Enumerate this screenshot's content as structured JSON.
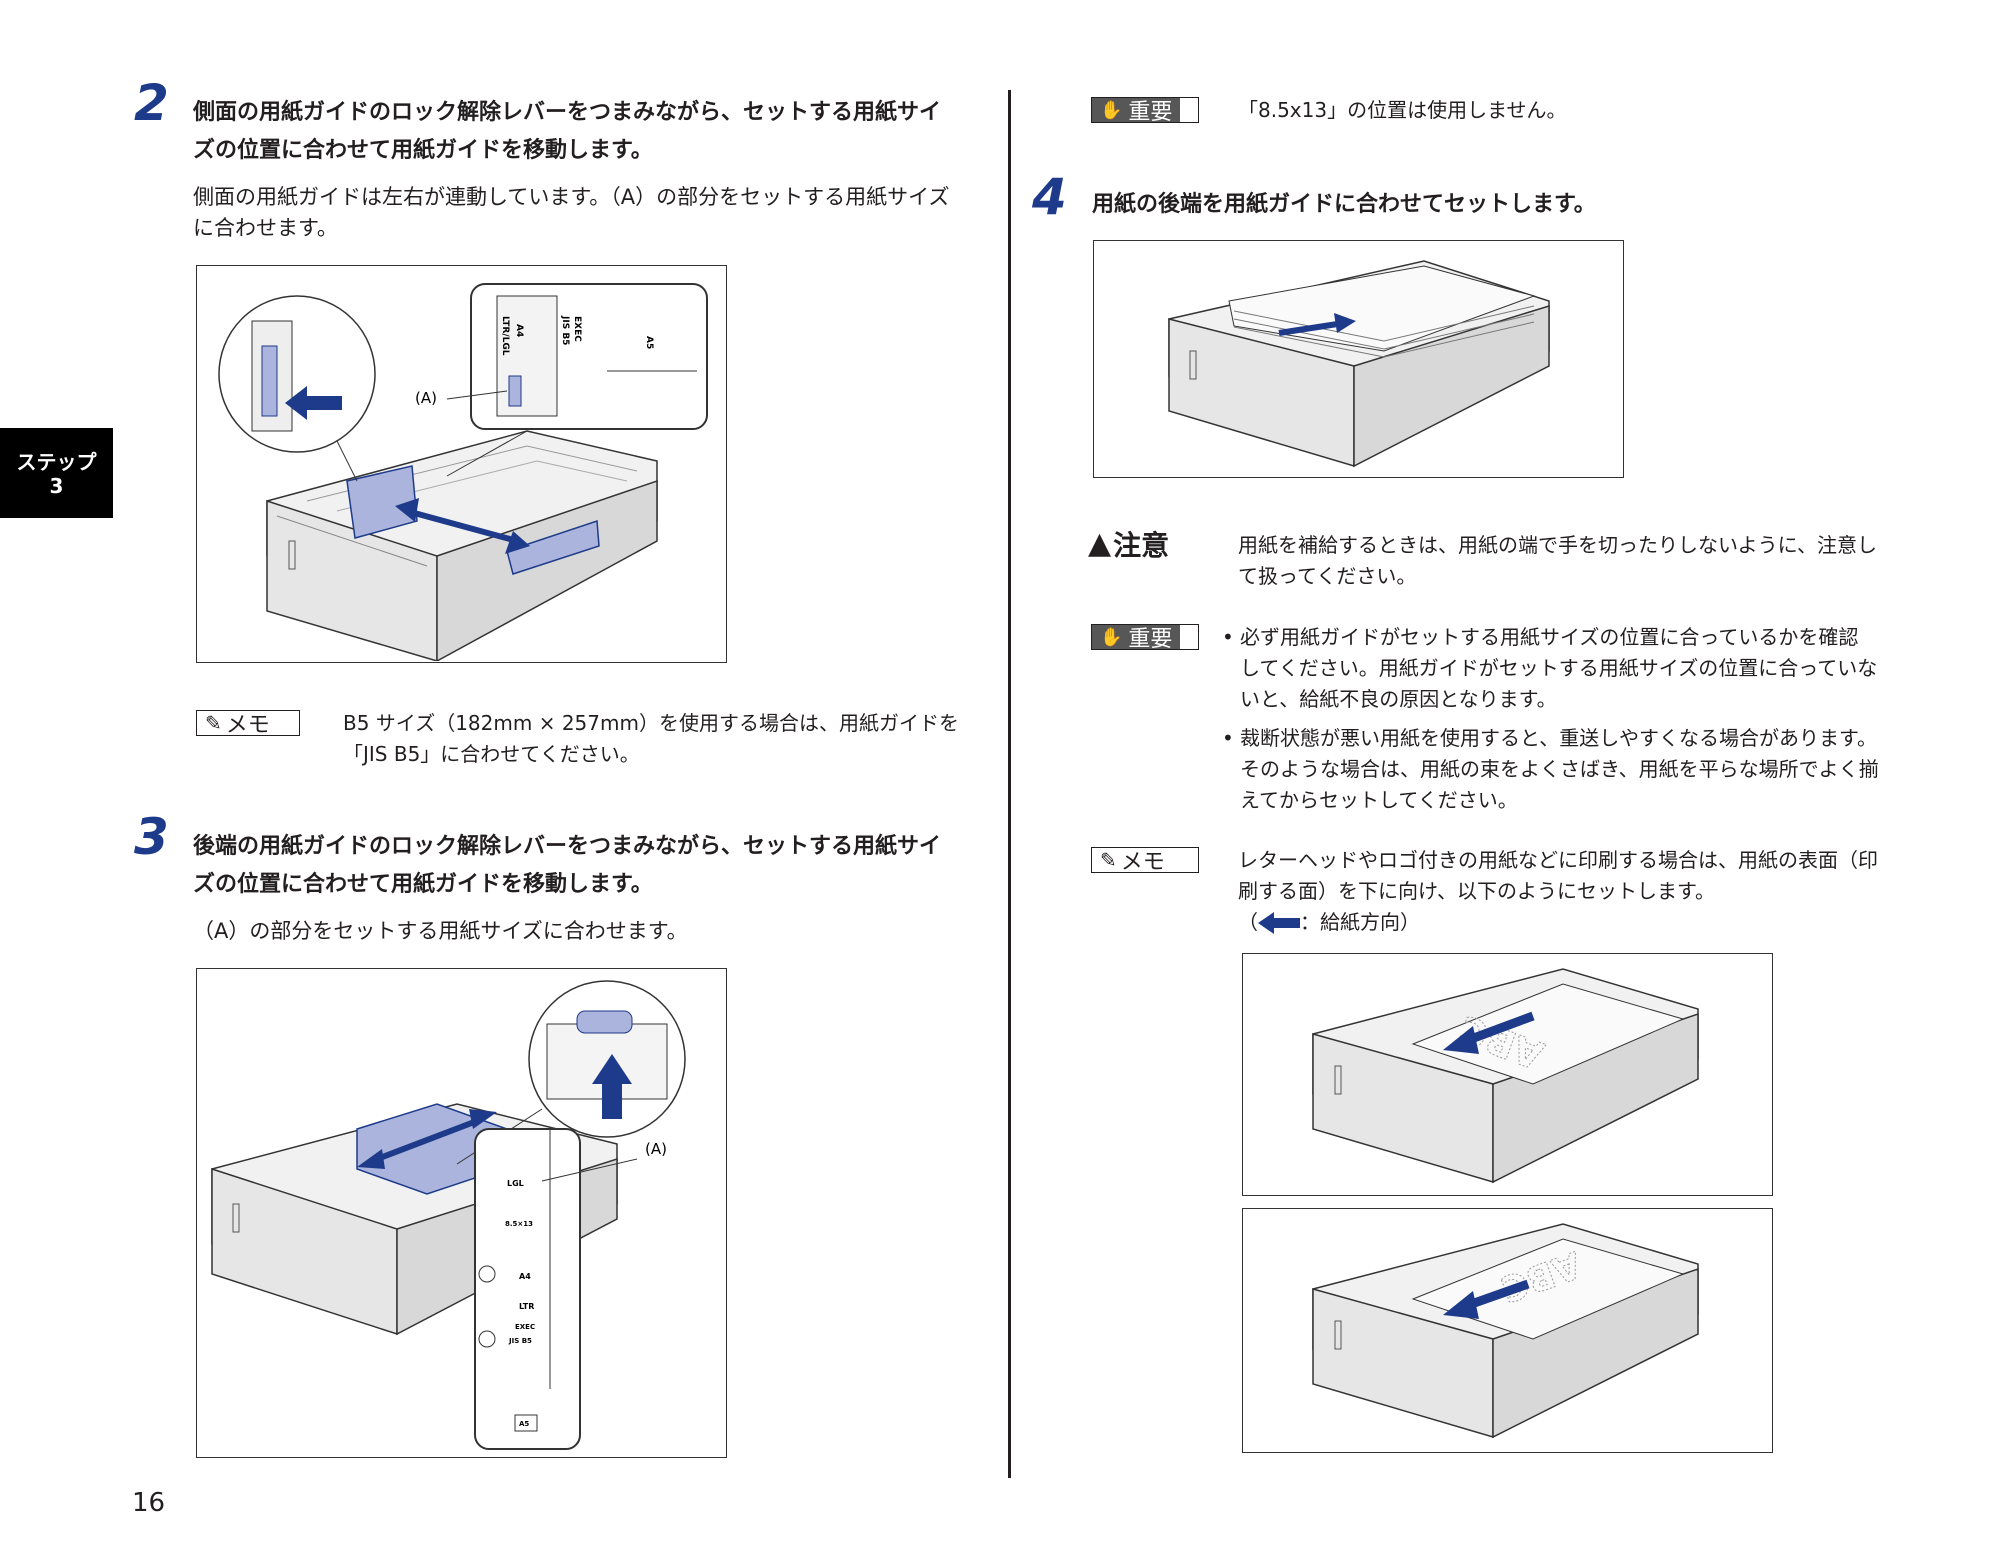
{
  "side_tab": {
    "line1": "ステップ",
    "line2": "3"
  },
  "page_number": "16",
  "left": {
    "step2": {
      "number": "2",
      "heading_line1": "側面の用紙ガイドのロック解除レバーをつまみながら、セットする用紙サイ",
      "heading_line2": "ズの位置に合わせて用紙ガイドを移動します。",
      "body_line1": "側面の用紙ガイドは左右が連動しています。（A）の部分をセットする用紙サイズ",
      "body_line2": "に合わせます。",
      "figure": {
        "label_a": "(A)",
        "size_labels": [
          "LTR/LGL",
          "A4",
          "JIS B5",
          "EXEC",
          "A5"
        ]
      }
    },
    "memo": {
      "badge": "メモ",
      "line1": "B5 サイズ（182mm × 257mm）を使用する場合は、用紙ガイドを",
      "line2": "「JIS B5」に合わせてください。"
    },
    "step3": {
      "number": "3",
      "heading_line1": "後端の用紙ガイドのロック解除レバーをつまみながら、セットする用紙サイ",
      "heading_line2": "ズの位置に合わせて用紙ガイドを移動します。",
      "body": "（A）の部分をセットする用紙サイズに合わせます。",
      "figure": {
        "label_a": "(A)",
        "size_labels": [
          "LGL",
          "8.5×13",
          "A4",
          "LTR",
          "EXEC",
          "JIS B5",
          "A5"
        ]
      }
    }
  },
  "right": {
    "important1": {
      "badge": "重要",
      "text": "「8.5x13」の位置は使用しません。"
    },
    "step4": {
      "number": "4",
      "heading": "用紙の後端を用紙ガイドに合わせてセットします。"
    },
    "caution": {
      "badge": "注意",
      "line1": "用紙を補給するときは、用紙の端で手を切ったりしないように、注意し",
      "line2": "て扱ってください。"
    },
    "important2": {
      "badge": "重要",
      "bullets": [
        [
          "必ず用紙ガイドがセットする用紙サイズの位置に合っているかを確認",
          "してください。用紙ガイドがセットする用紙サイズの位置に合っていな",
          "いと、給紙不良の原因となります。"
        ],
        [
          "裁断状態が悪い用紙を使用すると、重送しやすくなる場合があります。",
          "そのような場合は、用紙の束をよくさばき、用紙を平らな場所でよく揃",
          "えてからセットしてください。"
        ]
      ]
    },
    "memo2": {
      "badge": "メモ",
      "line1": "レターヘッドやロゴ付きの用紙などに印刷する場合は、用紙の表面（印",
      "line2": "刷する面）を下に向け、以下のようにセットします。",
      "line3_open": "（",
      "line3_text": "：給紙方向）"
    },
    "figure_text_a": "ABC",
    "figure_text_b": "ABC"
  },
  "colors": {
    "accent_blue": "#1e3a8a",
    "guide_fill": "#aab4dc"
  }
}
